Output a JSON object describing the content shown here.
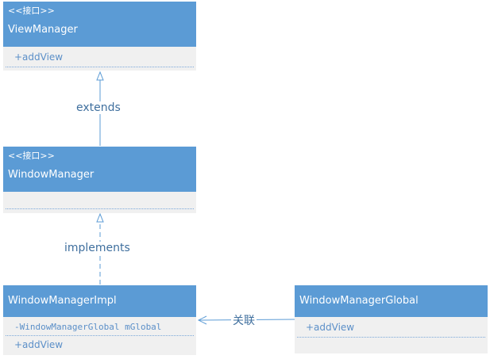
{
  "classes": {
    "view_manager": {
      "stereotype": "<<接口>>",
      "name": "ViewManager",
      "operations": [
        "+addView"
      ]
    },
    "window_manager": {
      "stereotype": "<<接口>>",
      "name": "WindowManager",
      "operations": []
    },
    "window_manager_impl": {
      "name": "WindowManagerImpl",
      "attributes": [
        "-WindowManagerGlobal mGlobal"
      ],
      "operations": [
        "+addView"
      ]
    },
    "window_manager_global": {
      "name": "WindowManagerGlobal",
      "operations": [
        "+addView"
      ]
    }
  },
  "relations": {
    "extends": "extends",
    "implements": "implements",
    "association": "关联"
  },
  "colors": {
    "header": "#5b9bd5",
    "body": "#f0f0f0",
    "member_text": "#5b8fc8",
    "edge": "#5b9bd5",
    "edge_label": "#3f6f9e"
  }
}
